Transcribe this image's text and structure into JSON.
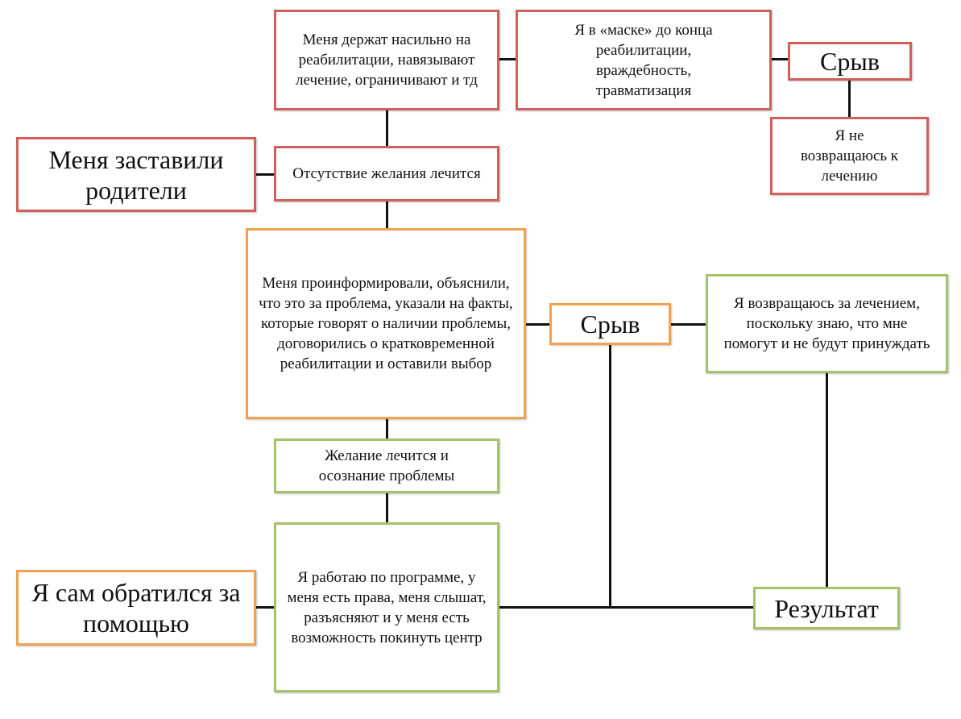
{
  "diagram": {
    "colors": {
      "negative": "#d0605c",
      "neutral": "#f0a250",
      "positive": "#a5c26a",
      "connector": "#111111"
    },
    "nodes": {
      "forced_held": "Меня держат насильно на реабилитации, навязывают лечение, ограничивают и тд",
      "mask": "Я в «маске» до конца реабилитации, враждебность, травматизация",
      "relapse_top": "Срыв",
      "no_return": "Я не возвращаюсь к лечению",
      "parents_forced": "Меня заставили родители",
      "no_desire": "Отсутствие желания лечится",
      "informed": "Меня проинформировали, объяснили, что это за проблема, указали на факты, которые говорят о наличии проблемы, договорились о кратковременной реабилитации и оставили выбор",
      "relapse_mid": "Срыв",
      "return_treatment": "Я возвращаюсь за лечением, поскольку знаю, что мне помогут и не будут принуждать",
      "desire": "Желание лечится и осознание проблемы",
      "working_program": "Я работаю по программе, у меня есть права, меня слышат, разъясняют и у меня есть возможность покинуть центр",
      "self_help": "Я сам обратился за помощью",
      "result": "Результат"
    }
  }
}
